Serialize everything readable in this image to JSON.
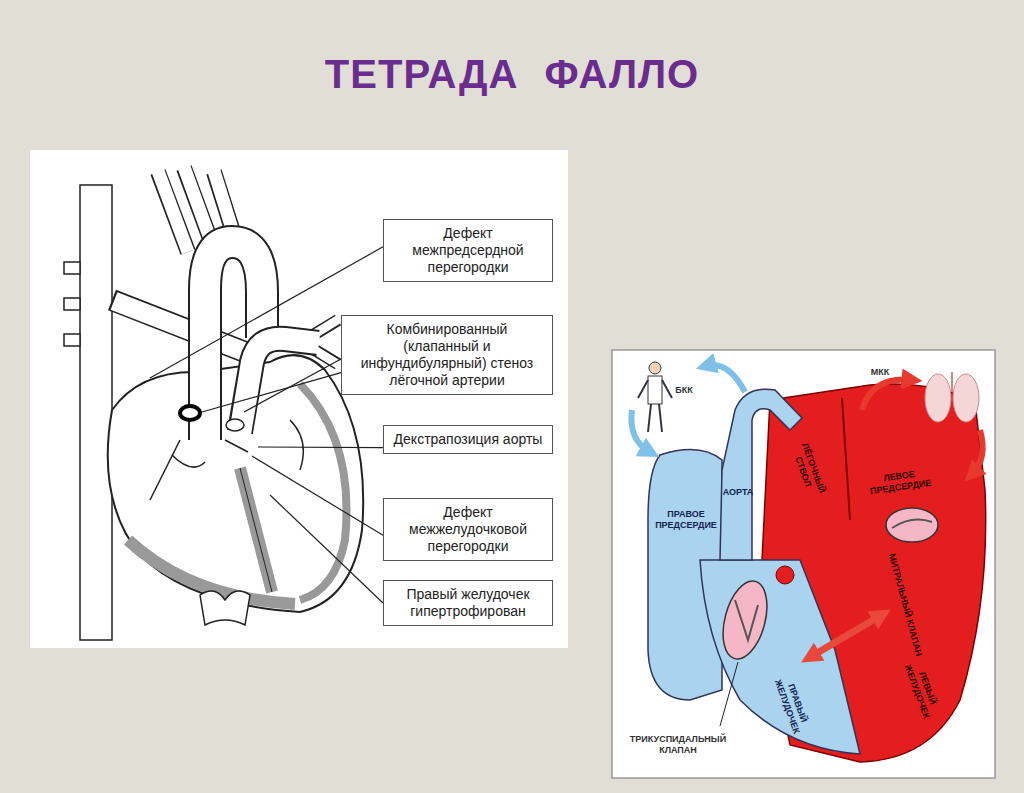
{
  "diagram": {
    "title": "ТЕТРАДА ФАЛЛО",
    "nodes": [
      {
        "text": [
          "Дефект межпредсердной перегородки"
        ]
      },
      {
        "text": [
          "Комбинированный (клапанный и инфундибулярный) стеноз лёгочной артерии"
        ]
      },
      {
        "text": [
          "Декстрапозиция аорты"
        ]
      },
      {
        "text": [
          "Дефект межжелудочковой перегородки"
        ]
      },
      {
        "text": [
          "Правый желудочек гипертрофирован"
        ]
      }
    ],
    "labels": [
      "БКК",
      "МКК",
      "ПРАВОЕ ПРЕДСЕРДИЕ",
      "АОРТА",
      "ЛЁГОЧНЫЙ СТВОЛ",
      "ЛЕВОЕ ПРЕДСЕРДИЕ",
      "МИТРАЛЬНЫЙ КЛАПАН",
      "ЛЕВЫЙ ЖЕЛУДОЧЕК",
      "ПРАВЫЙ ЖЕЛУДОЧЕК",
      "ТРИКУСПИДАЛЬНЫЙ КЛАПАН"
    ]
  }
}
